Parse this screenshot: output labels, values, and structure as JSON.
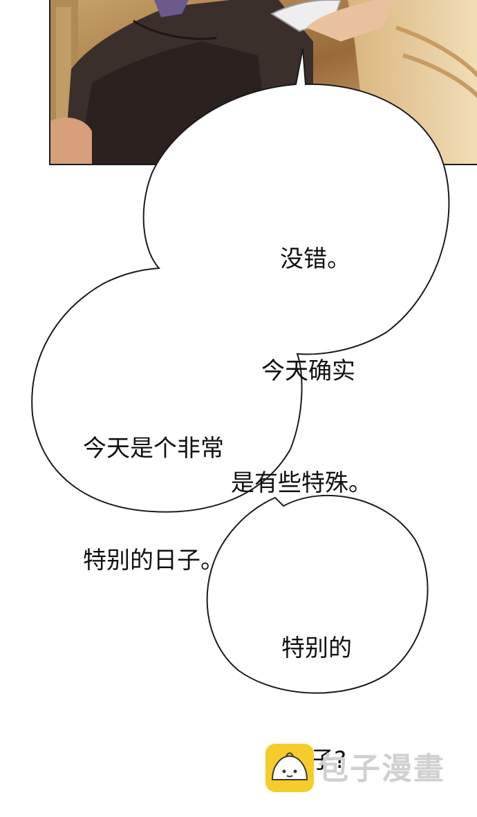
{
  "bubbles": [
    {
      "lines": [
        "没错。",
        "今天确实",
        "是有些特殊。"
      ]
    },
    {
      "lines": [
        "今天是个非常",
        "特别的日子。"
      ]
    },
    {
      "lines": [
        "特别的",
        "日子?"
      ]
    }
  ],
  "watermark": {
    "text": "包子漫畫",
    "icon": "steamed-bun-icon",
    "icon_color": "#f6cc2a"
  }
}
